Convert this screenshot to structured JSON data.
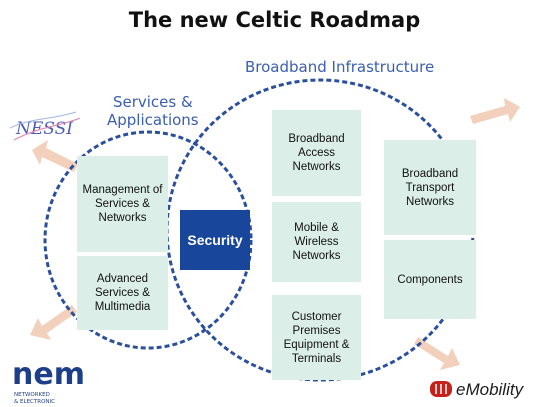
{
  "title": "The new Celtic Roadmap",
  "circles": {
    "broadband": "Broadband Infrastructure",
    "services_line1": "Services &",
    "services_line2": "Applications"
  },
  "boxes": {
    "management": "Management of Services & Networks",
    "advanced": "Advanced Services & Multimedia",
    "security": "Security",
    "access": "Broadband Access Networks",
    "mobile": "Mobile & Wireless Networks",
    "customer": "Customer Premises Equipment & Terminals",
    "transport": "Broadband Transport Networks",
    "components": "Components"
  },
  "logos": {
    "nessi": "NESSI",
    "nem": "nem",
    "nem_sub1": "NETWORKED",
    "nem_sub2": "& ELECTRONIC",
    "emobility": "eMobility"
  },
  "colors": {
    "circle": "#2a4f9e",
    "box": "#dbeee8",
    "security": "#18469a",
    "arrow": "#f2d0bc",
    "label": "#3a5fb0"
  }
}
